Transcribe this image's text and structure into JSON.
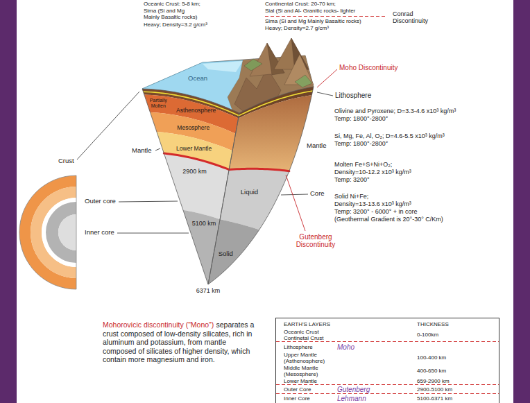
{
  "diagram": {
    "nodes": [
      {
        "text": [
          "EARTH'S LAYERS",
          "THICKNESS",
          "Oceanic Crust",
          "Continetal Crust",
          "0-100km",
          "Lithosphere",
          "Moho",
          "Upper Mantle (Asthenosphere)",
          "100-400 km",
          "Middle Mantle (Mesosphere)",
          "400-650 km",
          "Lower Mantle",
          "659-2900 km",
          "Outer Core",
          "Gutenberg",
          "2900-5100 km",
          "Inner Core",
          "Lehmann",
          "5100-6371 km"
        ]
      }
    ],
    "labels": [
      "Oceanic Crust: 5-8 km;",
      "Sima (Si and Mg Mainly Basaltic rocks)",
      "Heavy; Density=3.2 g/cm³",
      "Continental Crust: 20-70 km;",
      "Sial (Si and Al- Granitic rocks- lighter",
      "Conrad Discontinuity",
      "Sima (Si and Mg Mainly Basaltic rocks)",
      "Heavy; Density=2.7 g/cm³",
      "Moho Discontinuity",
      "Ocean",
      "Lithosphere",
      "Partially Molten",
      "Asthenosphere",
      "Mesosphere",
      "Lower Mantle",
      "Mantle",
      "Mantle",
      "Crust",
      "2900 km",
      "Liquid",
      "Core",
      "Outer core",
      "5100 km",
      "Solid",
      "Inner core",
      "6371 km",
      "Gutenberg Discontinuity",
      "Olivine and Pyroxene; D=3.3-4.6 x10³ kg/m³",
      "Temp: 1800°-2800°",
      "Si, Mg, Fe, Al, O₂; D=4.6-5.5 x10³ kg/m³",
      "Temp: 1800°-2800°",
      "Molten Fe+S+Ni+O₂;",
      "Density=10-12.2 x10³ kg/m³",
      "Temp: 3200°",
      "Solid Ni+Fe;",
      "Density=13-13.6 x10³ kg/m³",
      "Temp: 3200° - 6000° + in core",
      "(Geothermal Gradient is 20°-30° C/Km)",
      "Mohorovicic discontinuity (\"Mono\")",
      "separates a crust composed of low-density silicates, rich in aluminum and potassium, from mantle composed of silicates of higher density, which contain more magnesium and iron."
    ]
  }
}
